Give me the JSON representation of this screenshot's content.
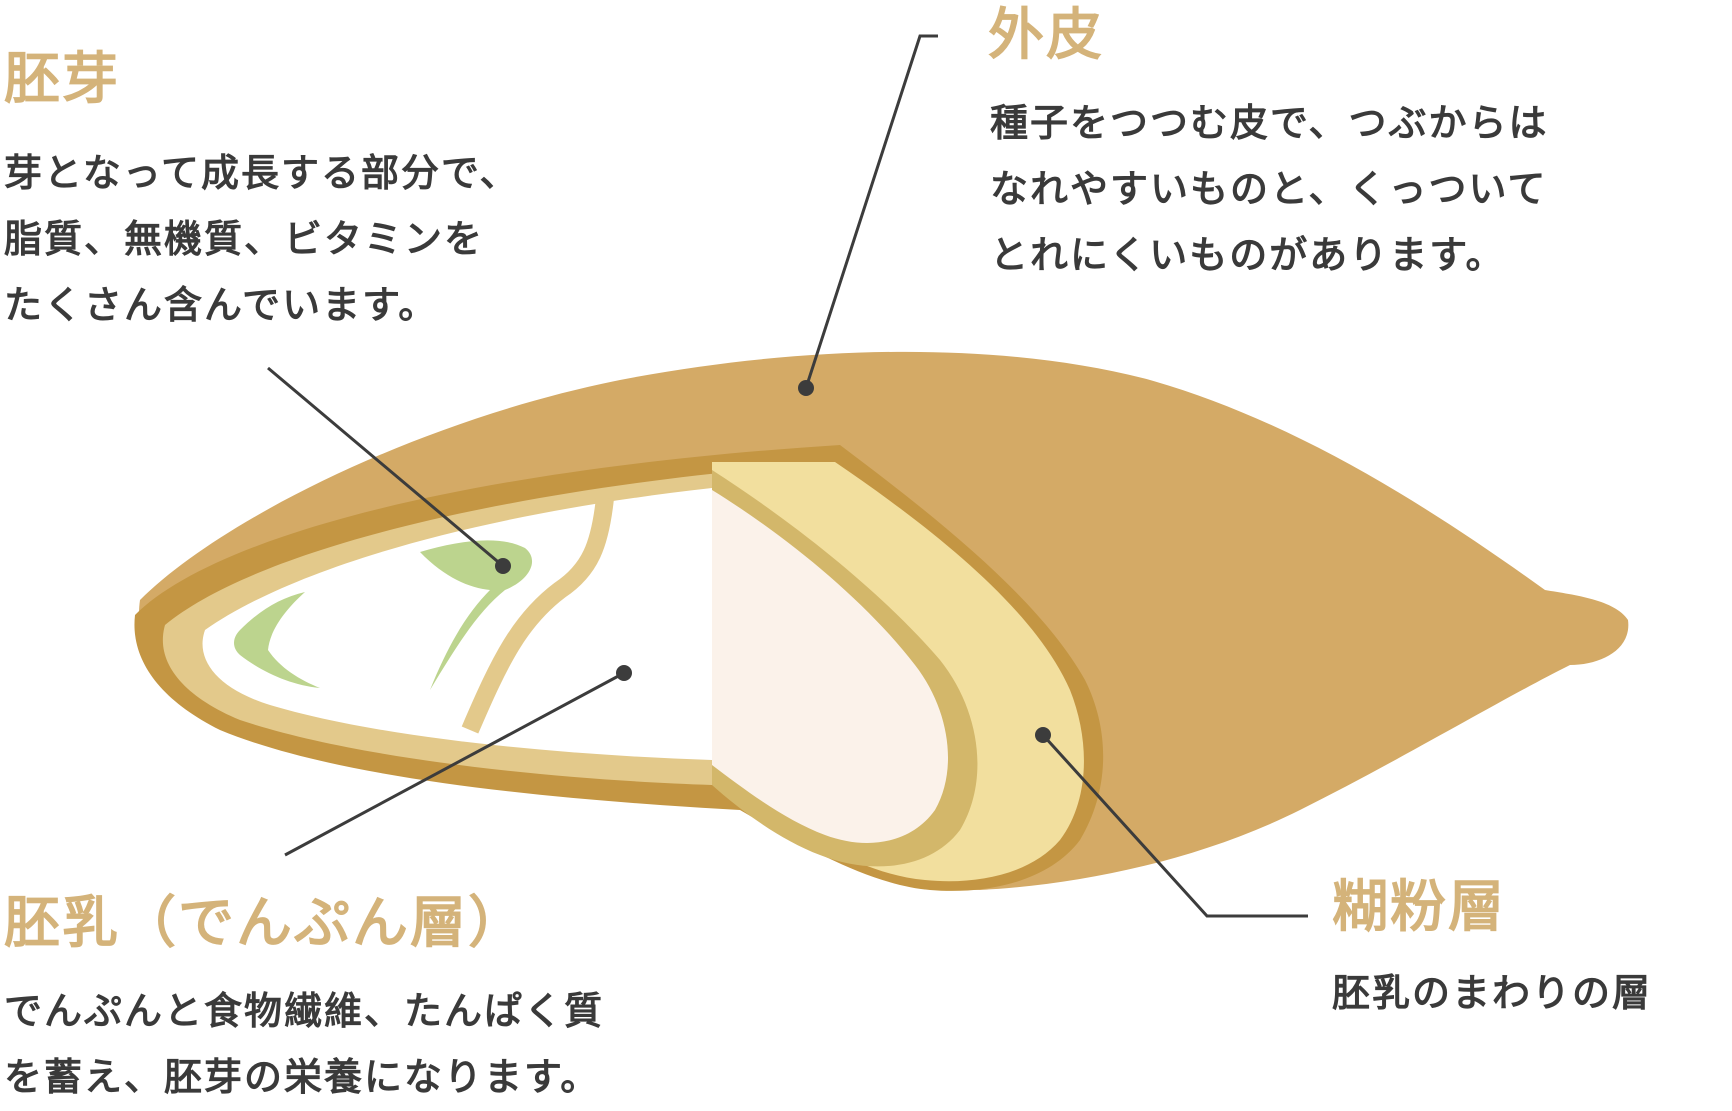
{
  "colors": {
    "title": "#d4b37a",
    "text": "#3a3a3a",
    "husk": "#d4aa66",
    "husk_dark": "#c49643",
    "aleurone": "#f2df9e",
    "aleurone_edge": "#d3b76a",
    "endosperm": "#fbf2ea",
    "inner_rim": "#e3c98b",
    "germ": "#bcd48e",
    "leader": "#3c3c3c"
  },
  "labels": {
    "germ": {
      "title": "胚芽",
      "lines": [
        "芽となって成長する部分で、",
        "脂質、無機質、ビタミンを",
        "たくさん含んでいます。"
      ]
    },
    "husk": {
      "title": "外皮",
      "lines": [
        "種子をつつむ皮で、つぶからは",
        "なれやすいものと、くっついて",
        "とれにくいものがあります。"
      ]
    },
    "endosperm": {
      "title": "胚乳（でんぷん層）",
      "lines": [
        "でんぷんと食物繊維、たんぱく質",
        "を蓄え、胚芽の栄養になります。"
      ]
    },
    "aleurone": {
      "title": "糊粉層",
      "lines": [
        "胚乳のまわりの層"
      ]
    }
  },
  "icons": {
    "grain": "rice-grain-cross-section",
    "marker": "leader-dot"
  }
}
